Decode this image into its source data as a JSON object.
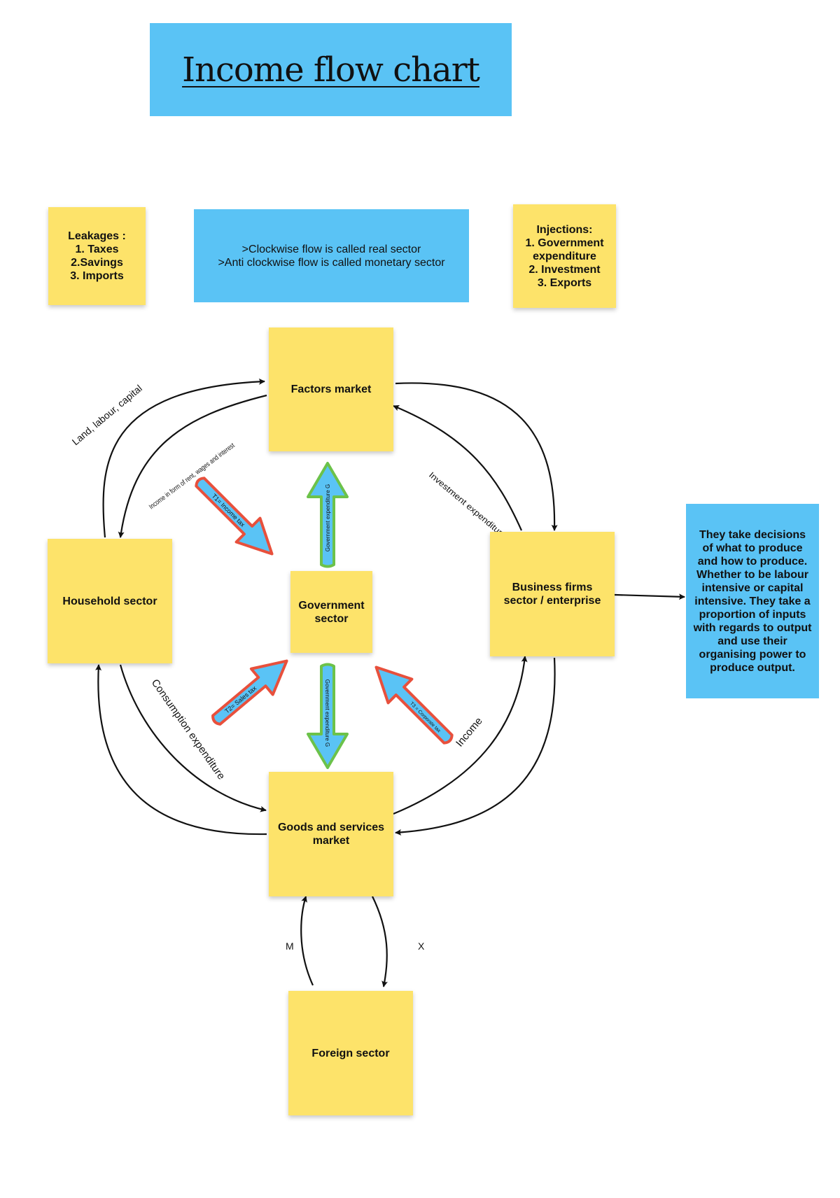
{
  "title": "Income flow chart",
  "flow_note": {
    "line1": ">Clockwise flow is called real sector",
    "line2": ">Anti clockwise flow is called monetary sector"
  },
  "leakages": "Leakages :\n1. Taxes\n2.Savings\n3. Imports",
  "injections": "Injections:\n1. Government\nexpenditure\n2. Investment\n3. Exports",
  "sectors": {
    "factors": "Factors market",
    "household": "Household sector",
    "government": "Government\nsector",
    "business": "Business firms\nsector / enterprise",
    "goods": "Goods and services\nmarket",
    "foreign": "Foreign sector"
  },
  "business_note": "They take decisions of what to produce and how to produce. Whether to be labour intensive or capital intensive. They take a proportion of inputs with regards to output and use their organising power to produce output.",
  "flow_labels": {
    "land": "Land, labour, capital",
    "income_rent": "Income in form of rent, wages and interest",
    "investment": "Investment expenditure",
    "consumption": "Consumption expenditure",
    "income": "Income",
    "imports": "M",
    "exports": "X"
  },
  "tax_arrows": {
    "t1": "T1= Income tax",
    "t2": "T2= Sales tax",
    "t3": "T3 = Corporate tax"
  },
  "gov_arrows": {
    "up": "Government expenditure G",
    "down": "Government expenditure G"
  },
  "colors": {
    "sticky_yellow": "#fde36a",
    "note_blue": "#5ac3f5",
    "tax_arrow_outline": "#e8503c",
    "gov_arrow_outline": "#6cc24a"
  }
}
